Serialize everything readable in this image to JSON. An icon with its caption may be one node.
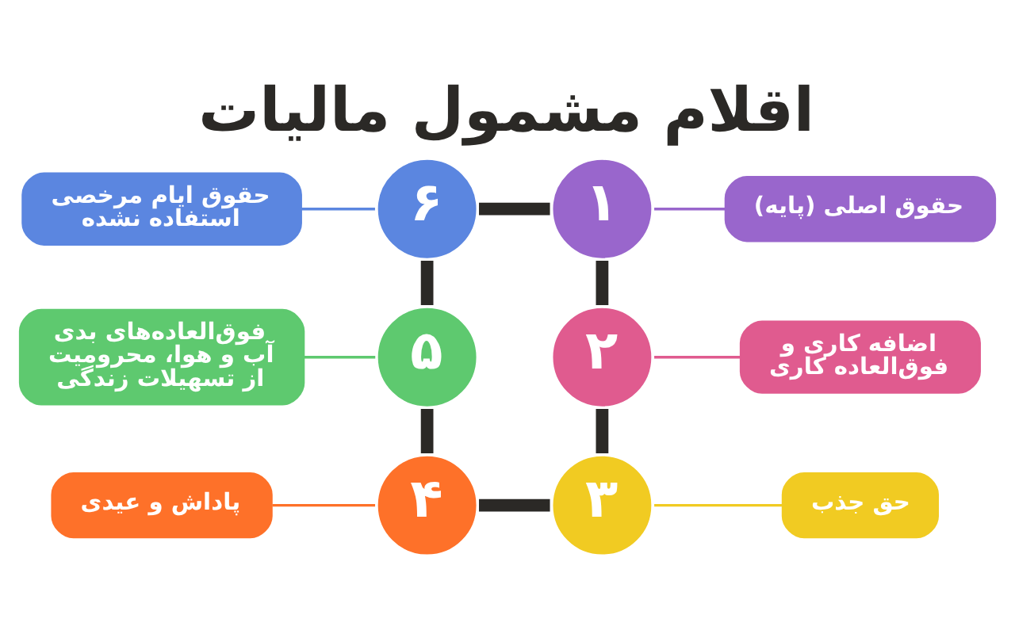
{
  "diagram": {
    "title": "اقلام مشمول مالیات",
    "nodes": [
      {
        "text": [
          "۱"
        ]
      },
      {
        "text": [
          "حقوق اصلی (پایه)"
        ]
      },
      {
        "text": [
          "۲"
        ]
      },
      {
        "text": [
          "اضافه کاری و فوق‌العاده کاری"
        ]
      },
      {
        "text": [
          "۳"
        ]
      },
      {
        "text": [
          "حق جذب"
        ]
      },
      {
        "text": [
          "۴"
        ]
      },
      {
        "text": [
          "پاداش و عیدی"
        ]
      },
      {
        "text": [
          "۵"
        ]
      },
      {
        "text": [
          "فوق‌العاده‌های بدی آب و هوا، محرومیت از تسهیلات زندگی"
        ]
      },
      {
        "text": [
          "۶"
        ]
      },
      {
        "text": [
          "حقوق ایام مرخصی استفاده نشده"
        ]
      }
    ],
    "edges": [
      {
        "from": 0,
        "to": 1,
        "arrow": "none",
        "color": "#9966cc"
      },
      {
        "from": 0,
        "to": 2,
        "arrow": "none",
        "style": "thick"
      },
      {
        "from": 2,
        "to": 3,
        "arrow": "none",
        "color": "#e05b8f"
      },
      {
        "from": 2,
        "to": 4,
        "arrow": "none",
        "style": "thick"
      },
      {
        "from": 4,
        "to": 5,
        "arrow": "none",
        "color": "#f1cb22"
      },
      {
        "from": 6,
        "to": 4,
        "arrow": "none",
        "style": "thick"
      },
      {
        "from": 7,
        "to": 6,
        "arrow": "none",
        "color": "#fe7129"
      },
      {
        "from": 8,
        "to": 6,
        "arrow": "none",
        "style": "thick"
      },
      {
        "from": 9,
        "to": 8,
        "arrow": "none",
        "color": "#5ec96f"
      },
      {
        "from": 10,
        "to": 8,
        "arrow": "none",
        "style": "thick"
      },
      {
        "from": 11,
        "to": 10,
        "arrow": "none",
        "color": "#5b86e0"
      },
      {
        "from": 10,
        "to": 0,
        "arrow": "none",
        "style": "thick"
      }
    ]
  }
}
